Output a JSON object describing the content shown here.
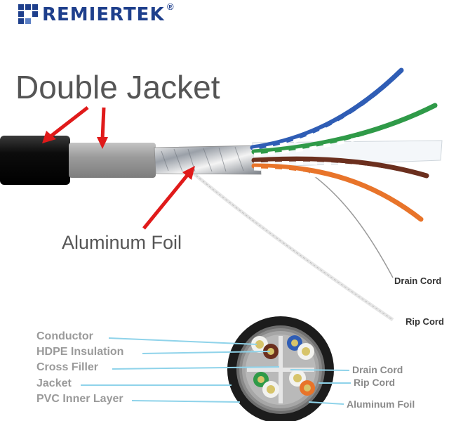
{
  "brand": {
    "name": "REMIERTEK",
    "registered": "®"
  },
  "headline": "Double Jacket",
  "foil_label": "Aluminum Foil",
  "side_labels": {
    "drain": "Drain Cord",
    "rip": "Rip Cord"
  },
  "legend_left": [
    "Conductor",
    "HDPE Insulation",
    "Cross Filler",
    "Jacket",
    "PVC Inner Layer"
  ],
  "legend_right": [
    "Drain Cord",
    "Rip Cord",
    "Aluminum Foil"
  ],
  "colors": {
    "brand": "#1e3f8c",
    "arrow": "#e01a1a",
    "leader": "#8fd3ea",
    "outer_jacket": "#111111",
    "inner_jacket": "#9a9a9a"
  }
}
